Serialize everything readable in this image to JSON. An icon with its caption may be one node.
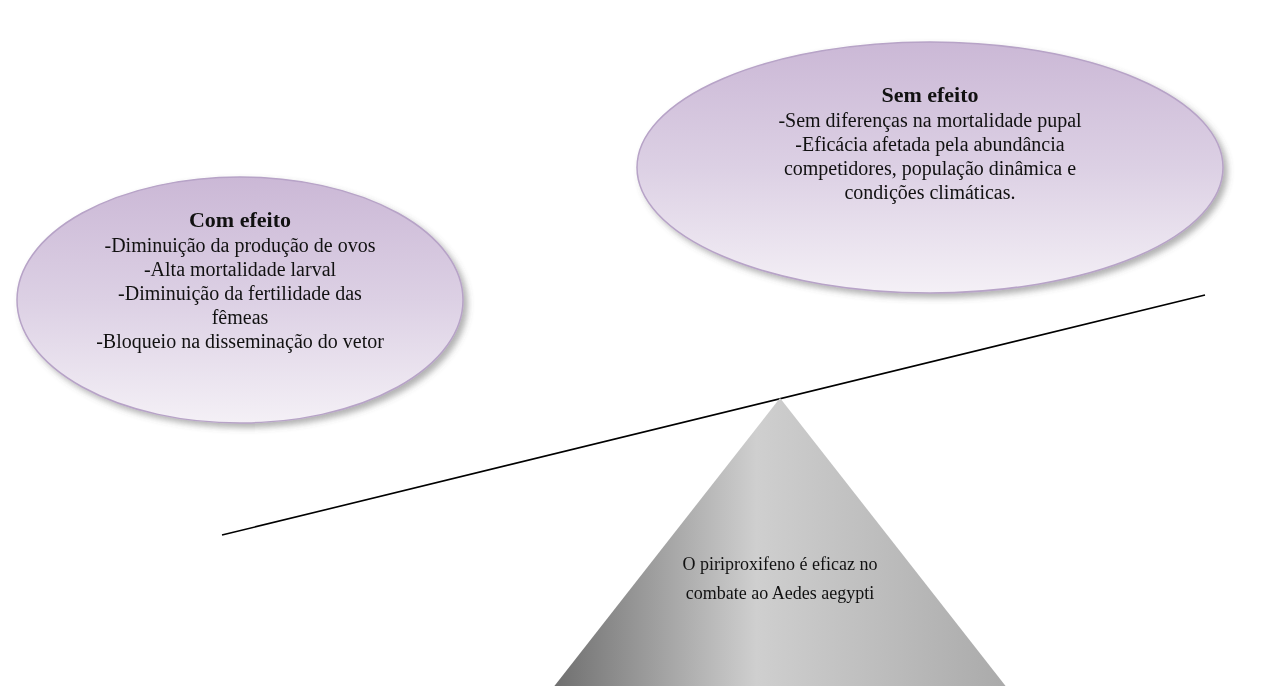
{
  "diagram": {
    "nodes": [
      {
        "text": [
          "Com efeito",
          "-Diminuição da produção de ovos",
          "-Alta mortalidade larval",
          "-Diminuição da fertilidade das fêmeas",
          "-Bloqueio na disseminação do vetor"
        ]
      },
      {
        "text": [
          "Sem efeito",
          "-Sem diferenças na mortalidade pupal",
          "-Eficácia afetada pela abundância competidores, população dinâmica e condições climáticas."
        ]
      },
      {
        "text": [
          "O piriproxifeno é eficaz no combate ao Aedes aegypti"
        ]
      }
    ]
  }
}
